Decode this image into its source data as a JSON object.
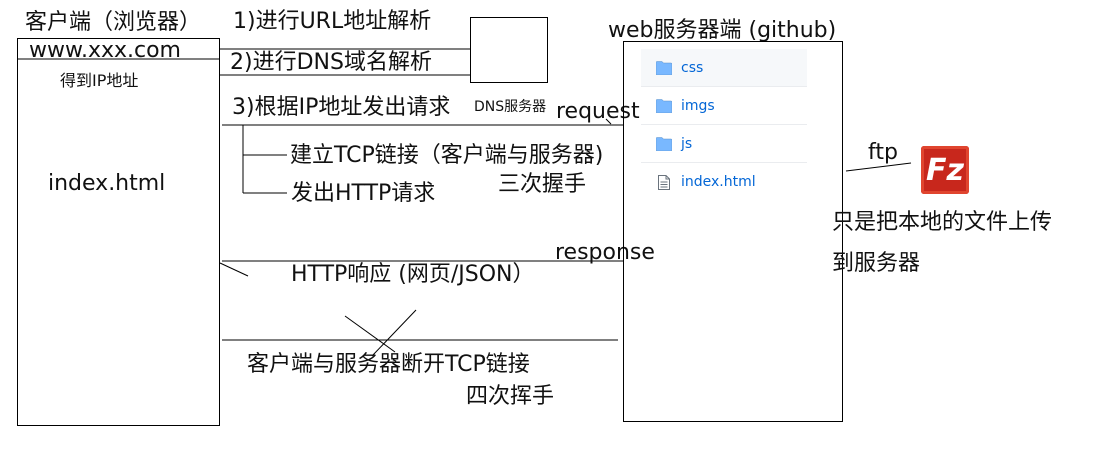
{
  "client": {
    "title": "客户端（浏览器）",
    "url": "www.xxx.com",
    "ip_note": "得到IP地址",
    "file": "index.html"
  },
  "server": {
    "title": "web服务器端 (github)",
    "files": [
      {
        "name": "css",
        "icon": "folder-icon"
      },
      {
        "name": "imgs",
        "icon": "folder-icon"
      },
      {
        "name": "js",
        "icon": "folder-icon"
      },
      {
        "name": "index.html",
        "icon": "file-icon"
      }
    ]
  },
  "steps": {
    "s1": "1)进行URL地址解析",
    "s2": "2)进行DNS域名解析",
    "s3": "3)根据IP地址发出请求",
    "dns_server": "DNS服务器",
    "request": "request",
    "tcp_connect": "建立TCP链接（客户端与服务器)",
    "http_request": "发出HTTP请求",
    "handshake": "三次握手",
    "response": "response",
    "http_response": "HTTP响应 (网页/JSON）",
    "disconnect": "客户端与服务器断开TCP链接",
    "wave": "四次挥手"
  },
  "ftp": {
    "label": "ftp",
    "logo_letter": "Fz",
    "note_line1": "只是把本地的文件上传",
    "note_line2": "到服务器"
  }
}
